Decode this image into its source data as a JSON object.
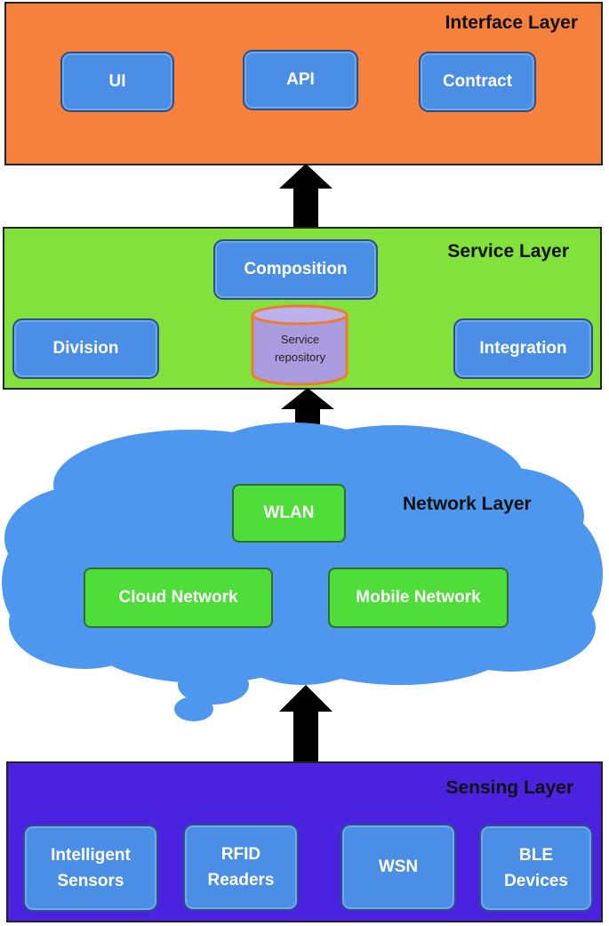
{
  "interface_layer": {
    "title": "Interface Layer",
    "color": "#f5813c",
    "items": [
      "UI",
      "API",
      "Contract"
    ]
  },
  "service_layer": {
    "title": "Service Layer",
    "color": "#82e13a",
    "composition": "Composition",
    "division": "Division",
    "integration": "Integration",
    "repository_line1": "Service",
    "repository_line2": "repository"
  },
  "network_layer": {
    "title": "Network Layer",
    "color": "#4d97ee",
    "wlan": "WLAN",
    "cloud": "Cloud Network",
    "mobile": "Mobile Network"
  },
  "sensing_layer": {
    "title": "Sensing Layer",
    "color": "#4a22e0",
    "items": [
      "Intelligent Sensors",
      "RFID Readers",
      "WSN",
      "BLE Devices"
    ],
    "item_lines": [
      [
        "Intelligent",
        "Sensors"
      ],
      [
        "RFID",
        "Readers"
      ],
      [
        "WSN"
      ],
      [
        "BLE",
        "Devices"
      ]
    ]
  }
}
